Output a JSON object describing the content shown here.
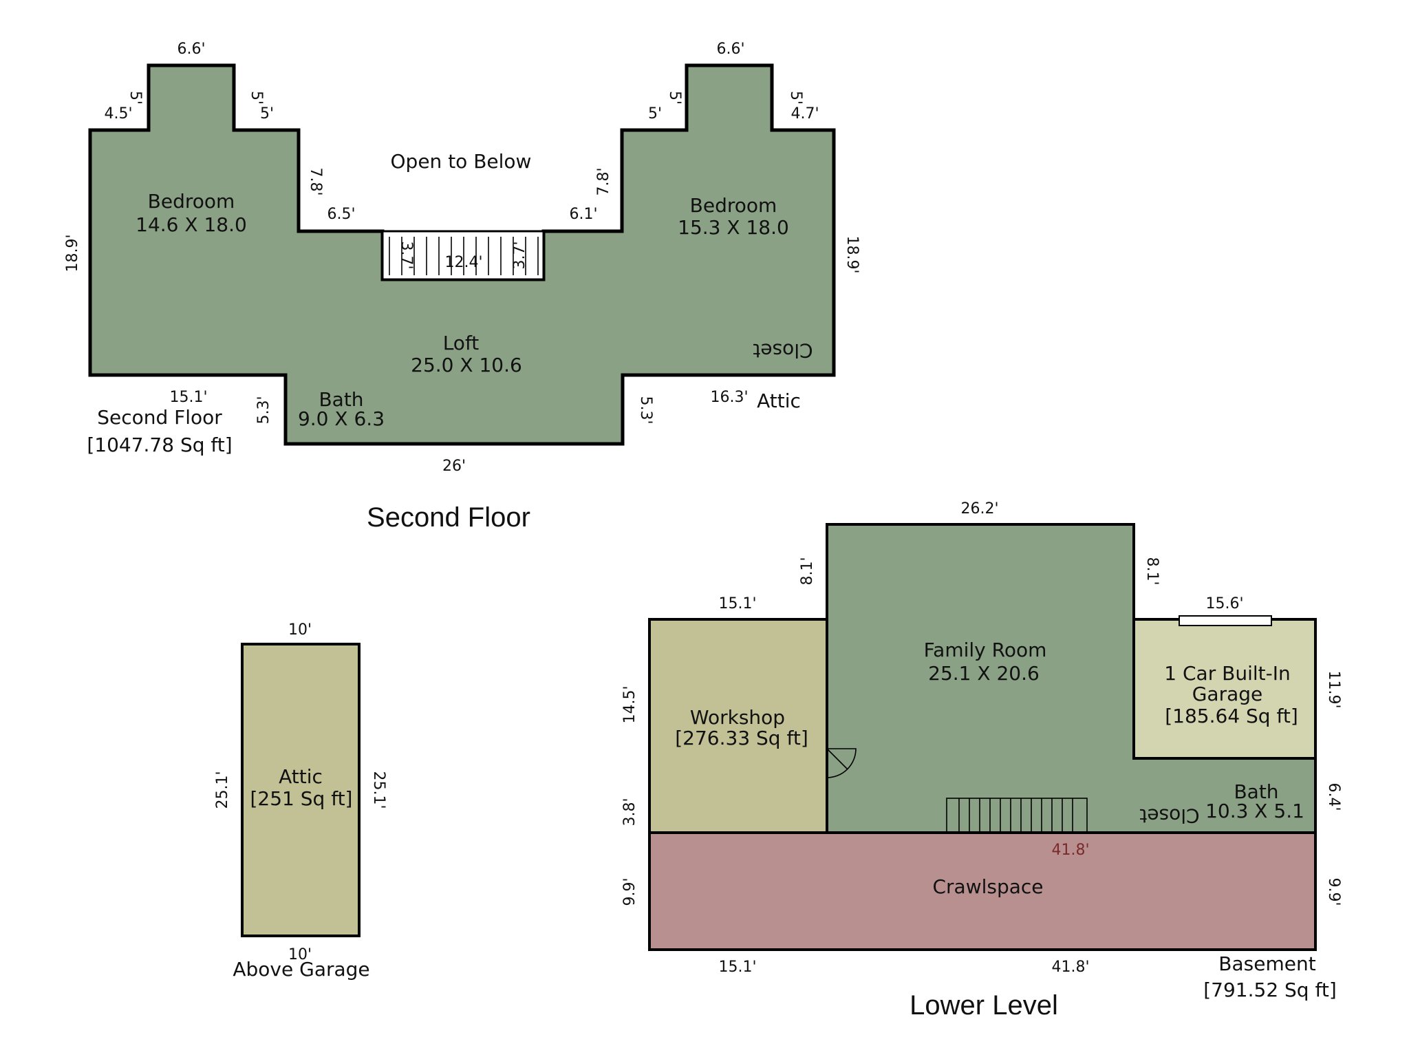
{
  "second_floor": {
    "title": "Second Floor",
    "caption_name": "Second Floor",
    "caption_area": "[1047.78 Sq ft]",
    "open_to_below": "Open to Below",
    "attic_label": "Attic",
    "closet_label": "Closet",
    "rooms": {
      "bedroom_left": {
        "name": "Bedroom",
        "size": "14.6 X 18.0"
      },
      "bedroom_right": {
        "name": "Bedroom",
        "size": "15.3 X 18.0"
      },
      "loft": {
        "name": "Loft",
        "size": "25.0 X 10.6"
      },
      "bath": {
        "name": "Bath",
        "size": "9.0 X 6.3"
      }
    },
    "dims": {
      "top_left_bump": "6.6'",
      "top_right_bump": "6.6'",
      "left_step": "4.5'",
      "left_step_v": "5'",
      "left_inner_v": "5'",
      "left_inner_h": "5'",
      "right_inner_h": "5'",
      "right_inner_v": "5'",
      "right_step_v": "5'",
      "right_step": "4.7'",
      "left_height": "18.9'",
      "right_height": "18.9'",
      "left_notch_v": "7.8'",
      "left_notch_h": "6.5'",
      "right_notch_v": "7.8'",
      "right_notch_h": "6.1'",
      "stair_left": "3.7'",
      "stair_width": "12.4'",
      "stair_right": "3.7'",
      "bottom_left": "15.1'",
      "bath_left": "5.3'",
      "bath_right": "5.3'",
      "bottom_right": "16.3'",
      "bottom": "26'"
    }
  },
  "above_garage": {
    "caption": "Above Garage",
    "room": {
      "name": "Attic",
      "area": "[251 Sq ft]"
    },
    "dims": {
      "top": "10'",
      "bottom": "10'",
      "left": "25.1'",
      "right": "25.1'"
    }
  },
  "lower_level": {
    "title": "Lower Level",
    "caption_name": "Basement",
    "caption_area": "[791.52 Sq ft]",
    "rooms": {
      "workshop": {
        "name": "Workshop",
        "area": "[276.33 Sq ft]"
      },
      "family_room": {
        "name": "Family Room",
        "size": "25.1 X 20.6"
      },
      "garage": {
        "line1": "1 Car Built-In",
        "line2": "Garage",
        "area": "[185.64 Sq ft]"
      },
      "bath": {
        "name": "Bath",
        "size": "10.3 X 5.1"
      },
      "closet": "Closet",
      "crawlspace": "Crawlspace"
    },
    "dims": {
      "family_top": "26.2'",
      "family_left_v": "8.1'",
      "family_right_v": "8.1'",
      "workshop_top": "15.1'",
      "garage_top": "15.6'",
      "workshop_h": "14.5'",
      "workshop_low": "3.8'",
      "garage_h": "11.9'",
      "bath_h": "6.4'",
      "inner_len": "41.8'",
      "crawl_left": "9.9'",
      "crawl_right": "9.9'",
      "bottom_left": "15.1'",
      "bottom_right": "41.8'"
    }
  }
}
